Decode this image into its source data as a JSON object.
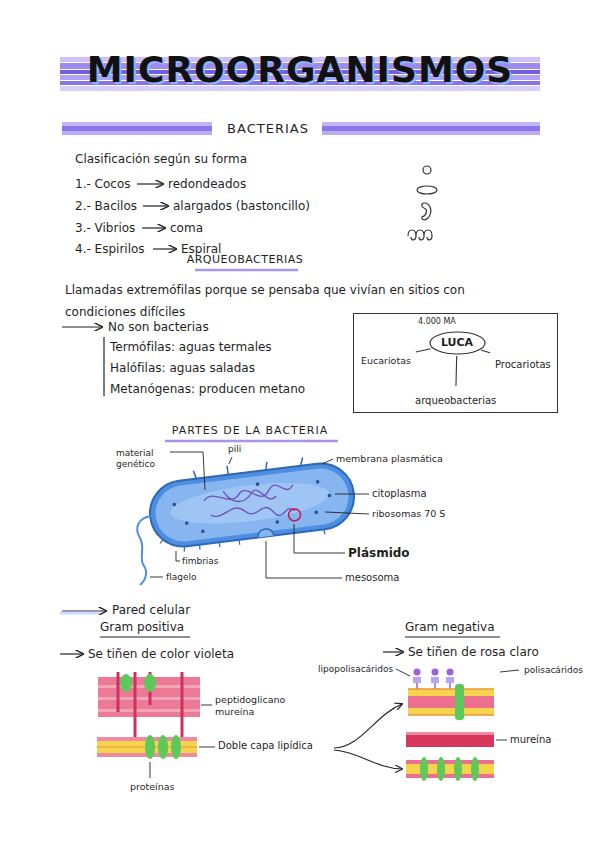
{
  "diagram": {
    "title": "MICROORGANISMOS",
    "nodes": [
      {
        "text": [
          "4.000 MA"
        ]
      },
      {
        "text": [
          "LUCA"
        ],
        "in": 0
      },
      {
        "text": [
          "Eucariotas"
        ],
        "in": 0
      },
      {
        "text": [
          "Procariotas"
        ],
        "in": 0
      },
      {
        "text": [
          "arqueobacterias"
        ],
        "in": 0
      }
    ],
    "edges": [
      {
        "from": 1,
        "to": 2,
        "arrow": "none"
      },
      {
        "from": 1,
        "to": 3,
        "arrow": "none"
      },
      {
        "from": 1,
        "to": 4,
        "arrow": "none"
      }
    ],
    "labels": [
      "BACTERIAS",
      "Clasificación según su forma",
      "1.- Cocos",
      "redondeados",
      "2.- Bacilos",
      "alargados (bastoncillo)",
      "3.- Vibrios",
      "coma",
      "4.- Espirilos",
      "Espiral",
      "ARQUEOBACTERIAS",
      "Llamadas extremófilas porque se pensaba que vivían en sitios con condiciones difíciles",
      "No son bacterias",
      "Termófilas: aguas termales",
      "Halófilas: aguas saladas",
      "Metanógenas: producen metano",
      "PARTES DE LA BACTERIA",
      "material genético",
      "pili",
      "membrana plasmática",
      "citoplasma",
      "ribosomas 70 S",
      "Plásmido",
      "mesosoma",
      "fimbrias",
      "flagelo",
      "Pared celular",
      "Gram positiva",
      "Se tiñen de color violeta",
      "peptidoglicano",
      "mureína",
      "Doble capa lipídica",
      "proteínas",
      "Gram negativa",
      "Se tiñen de rosa claro",
      "lipopolisacáridos",
      "polisacáridos",
      "mureína"
    ]
  }
}
